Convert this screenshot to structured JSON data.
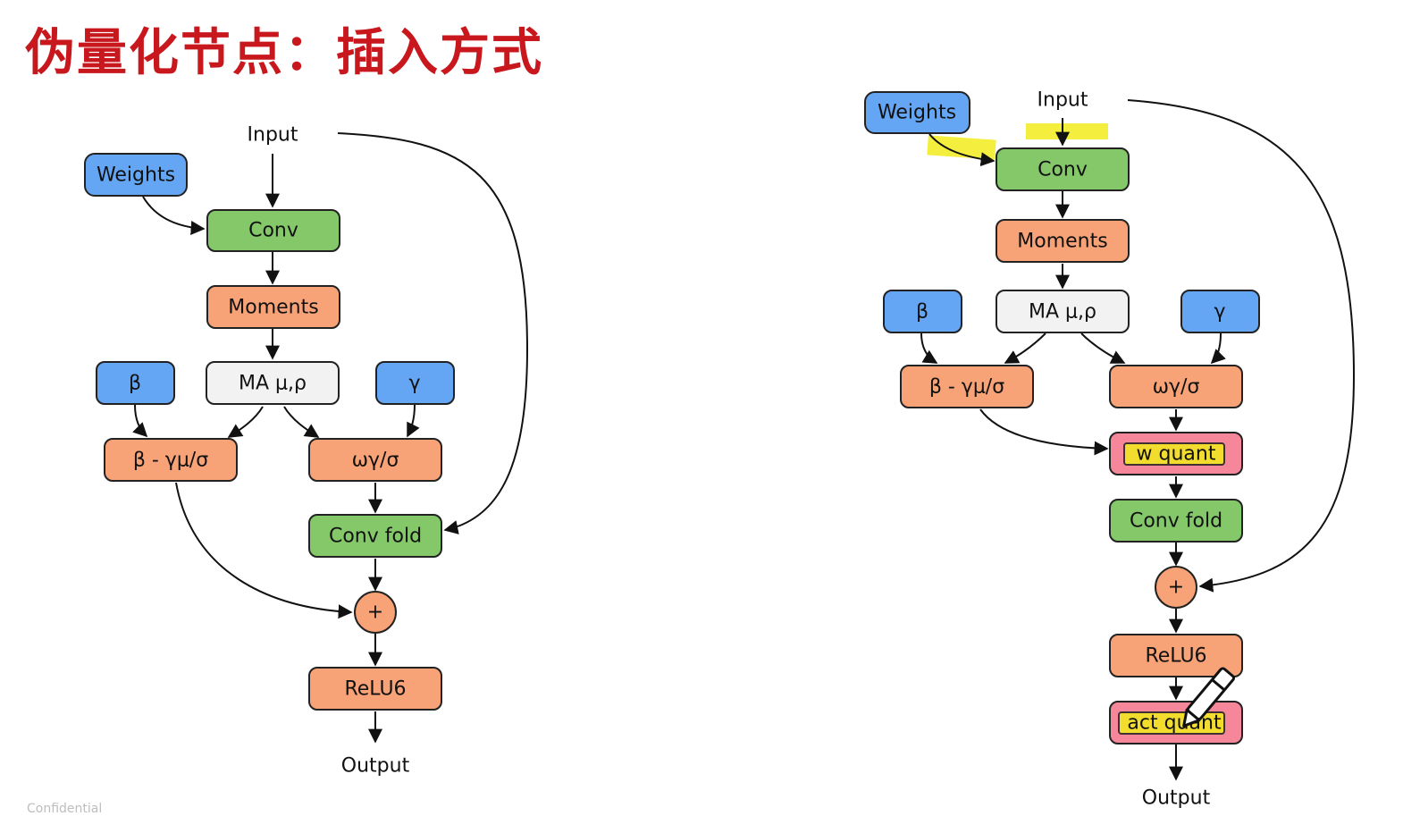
{
  "title": "伪量化节点：插入方式",
  "colors": {
    "blue": "#64a6f4",
    "green": "#84c86a",
    "orange": "#f8a377",
    "gray": "#f2f2f2",
    "pink": "#f6879a",
    "highlight": "#f2ec1c",
    "title_red": "#c8181e"
  },
  "left": {
    "input": "Input",
    "weights": "Weights",
    "conv": "Conv",
    "moments": "Moments",
    "beta": "β",
    "ma": "MA μ,ρ",
    "gamma": "γ",
    "bias_fold": "β - γμ/σ",
    "scale": "ωγ/σ",
    "conv_fold": "Conv fold",
    "add": "+",
    "relu6": "ReLU6",
    "output": "Output"
  },
  "right": {
    "input": "Input",
    "weights": "Weights",
    "conv": "Conv",
    "moments": "Moments",
    "beta": "β",
    "ma": "MA μ,ρ",
    "gamma": "γ",
    "bias_fold": "β - γμ/σ",
    "scale": "ωγ/σ",
    "w_quant": "w quant",
    "conv_fold": "Conv fold",
    "add": "+",
    "relu6": "ReLU6",
    "act_quant": "act quant",
    "output": "Output"
  },
  "footer": "Confidential"
}
